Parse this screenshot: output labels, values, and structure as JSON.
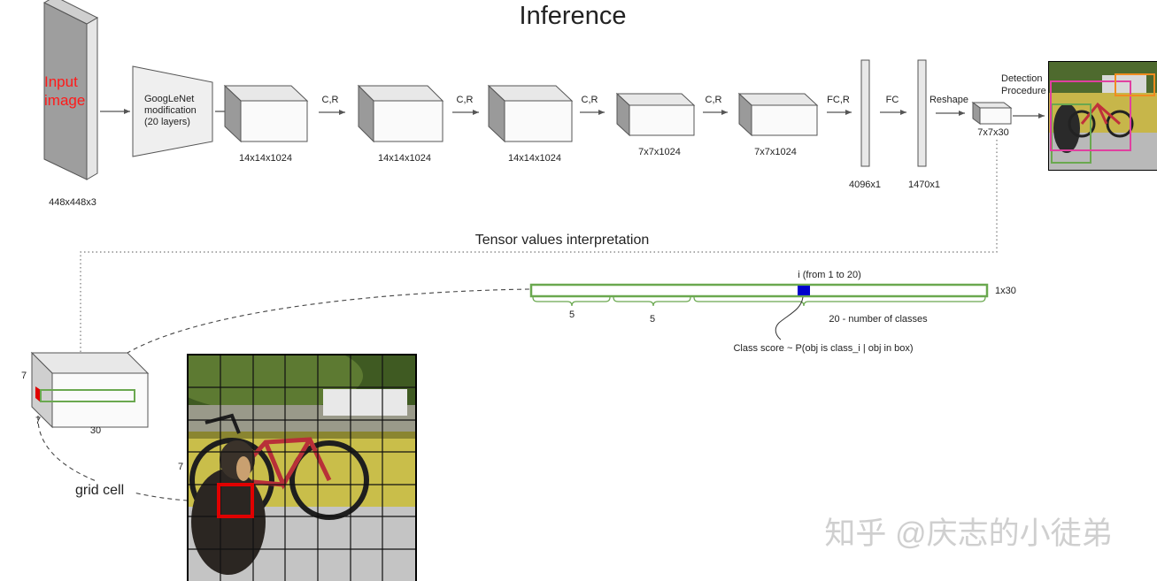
{
  "title": "Inference",
  "input": {
    "label_line1": "Input",
    "label_line2": "image",
    "size": "448x448x3"
  },
  "googlenet": {
    "line1": "GoogLeNet",
    "line2": "modification",
    "line3": "(20 layers)"
  },
  "blocks": [
    {
      "size": "14x14x1024"
    },
    {
      "size": "14x14x1024"
    },
    {
      "size": "14x14x1024"
    },
    {
      "size": "7x7x1024"
    },
    {
      "size": "7x7x1024"
    }
  ],
  "ops": [
    "C,R",
    "C,R",
    "C,R",
    "C,R",
    "FC,R",
    "FC",
    "Reshape"
  ],
  "fc": [
    {
      "size": "4096x1"
    },
    {
      "size": "1470x1"
    }
  ],
  "output": {
    "size": "7x7x30"
  },
  "detection": {
    "line1": "Detection",
    "line2": "Procedure"
  },
  "interp": {
    "title": "Tensor values interpretation",
    "i_label": "i (from 1 to 20)",
    "vector_size": "1x30",
    "seg1": "5",
    "seg2": "5",
    "seg3": "20 - number of classes",
    "class_score": "Class score ~ P(obj is class_i | obj in box)"
  },
  "cube": {
    "dim_h": "7",
    "dim_w": "7",
    "dim_d": "30"
  },
  "grid": {
    "label": "grid cell",
    "dim": "7"
  },
  "watermark": "知乎 @庆志的小徒弟",
  "colors": {
    "input_label": "#ff1a1a",
    "vector_border": "#6aa84f",
    "class_cell": "#0000cc",
    "grid_cell": "#e00000"
  }
}
